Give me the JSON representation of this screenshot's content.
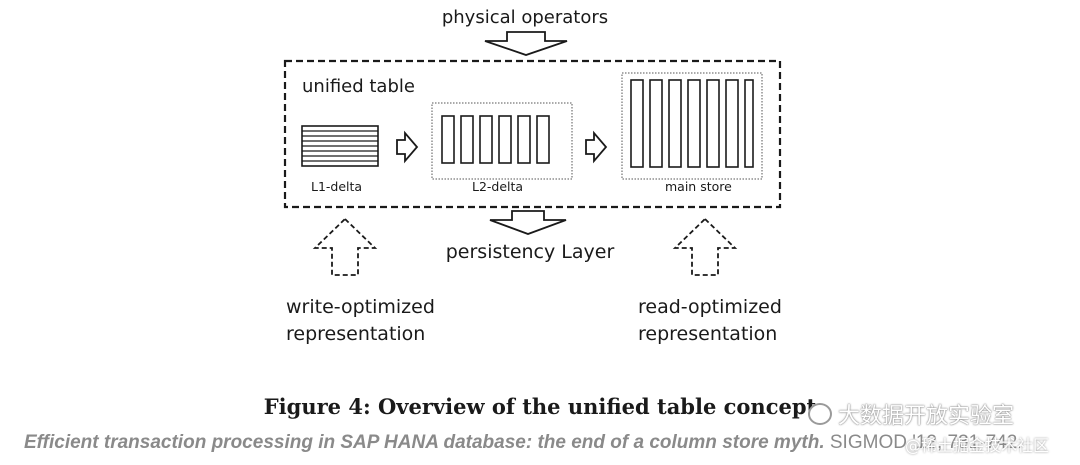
{
  "diagram": {
    "top_label": "physical operators",
    "container_label": "unified table",
    "stages": [
      {
        "label": "L1-delta"
      },
      {
        "label": "L2-delta"
      },
      {
        "label": "main store"
      }
    ],
    "bottom_label": "persistency Layer",
    "left_note": [
      "write-optimized",
      "representation"
    ],
    "right_note": [
      "read-optimized",
      "representation"
    ]
  },
  "caption": "Figure 4: Overview of the unified table concept",
  "citation": {
    "title": "Efficient transaction processing in SAP HANA database: the end of a column store myth.",
    "venue": " SIGMOD '12, 731-742."
  },
  "watermark": {
    "text": "大数据开放实验室",
    "sub": "@稀土掘金技术社区"
  }
}
